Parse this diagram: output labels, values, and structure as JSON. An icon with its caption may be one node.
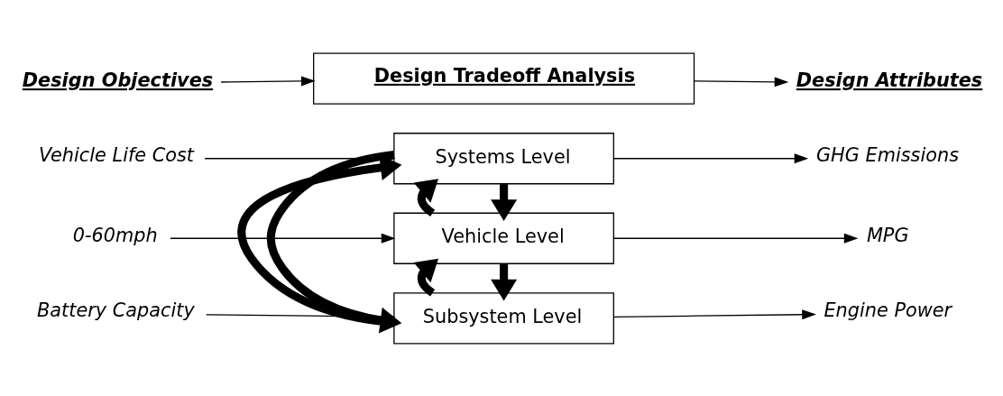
{
  "diagram": {
    "nodes": [
      {
        "text": [
          "Design Objectives"
        ]
      },
      {
        "text": [
          "Design Tradeoff Analysis"
        ]
      },
      {
        "text": [
          "Design Attributes"
        ]
      },
      {
        "text": [
          "Vehicle Life Cost"
        ]
      },
      {
        "text": [
          "Systems Level"
        ]
      },
      {
        "text": [
          "GHG Emissions"
        ]
      },
      {
        "text": [
          "0-60mph"
        ]
      },
      {
        "text": [
          "Vehicle Level"
        ]
      },
      {
        "text": [
          "MPG"
        ]
      },
      {
        "text": [
          "Battery Capacity"
        ]
      },
      {
        "text": [
          "Subsystem Level"
        ]
      },
      {
        "text": [
          "Engine Power"
        ]
      }
    ],
    "edges": [
      {
        "from": 0,
        "to": 1,
        "arrow": "to"
      },
      {
        "from": 1,
        "to": 2,
        "arrow": "to"
      },
      {
        "from": 3,
        "to": 4,
        "arrow": "to"
      },
      {
        "from": 4,
        "to": 5,
        "arrow": "to"
      },
      {
        "from": 6,
        "to": 7,
        "arrow": "to"
      },
      {
        "from": 7,
        "to": 8,
        "arrow": "to"
      },
      {
        "from": 9,
        "to": 10,
        "arrow": "to"
      },
      {
        "from": 10,
        "to": 11,
        "arrow": "to"
      },
      {
        "from": 4,
        "to": 7,
        "arrow": "to",
        "style": "thick"
      },
      {
        "from": 4,
        "to": 10,
        "arrow": "to",
        "style": "thick"
      },
      {
        "from": 7,
        "to": 4,
        "arrow": "to",
        "style": "thick"
      },
      {
        "from": 7,
        "to": 10,
        "arrow": "to",
        "style": "thick"
      },
      {
        "from": 10,
        "to": 7,
        "arrow": "to",
        "style": "thick"
      },
      {
        "from": 10,
        "to": 4,
        "arrow": "to",
        "style": "thick"
      }
    ]
  }
}
